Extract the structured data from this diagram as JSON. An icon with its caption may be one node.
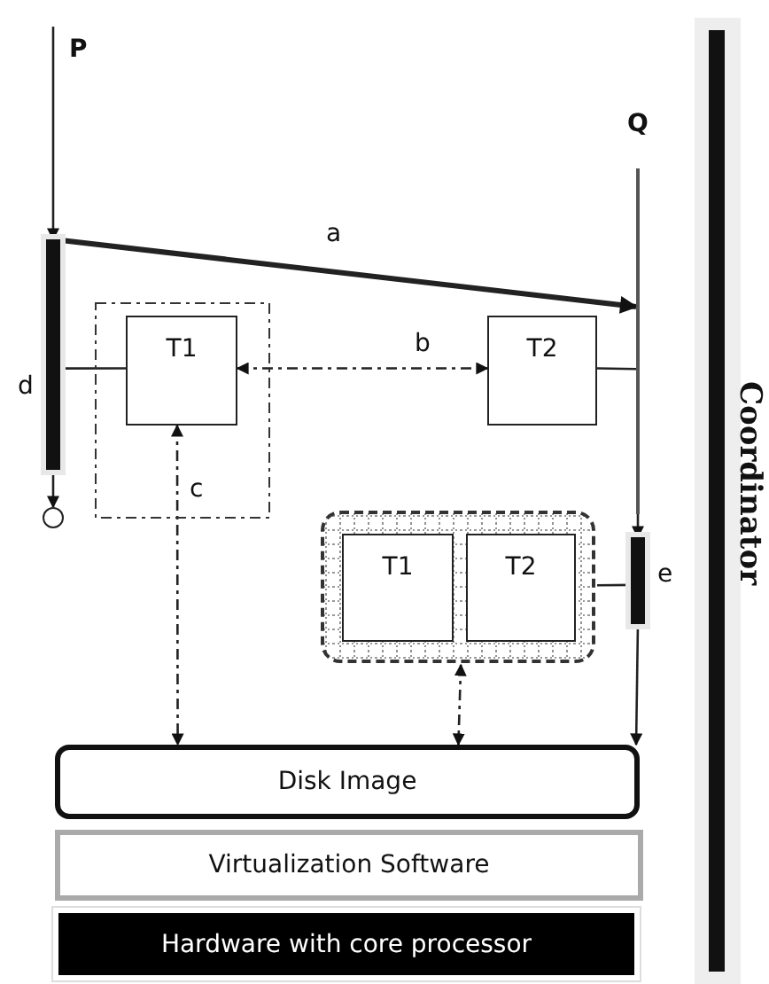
{
  "diagram": {
    "nodes": [
      {
        "text": [],
        "shape": "bar",
        "beside": [
          "d"
        ]
      },
      {
        "text": [],
        "shape": "circle"
      },
      {
        "text": [],
        "shape": "box"
      },
      {
        "text": [
          "T1"
        ],
        "in": 2
      },
      {
        "text": [
          "T2"
        ]
      },
      {
        "text": [],
        "shape": "bar",
        "beside": [
          "e"
        ]
      },
      {
        "text": [],
        "shape": "box"
      },
      {
        "text": [
          "T1"
        ],
        "in": 6
      },
      {
        "text": [
          "T2"
        ],
        "in": 6
      },
      {
        "text": [
          "Disk Image"
        ]
      },
      {
        "text": [
          "Virtualization Software"
        ]
      },
      {
        "text": [
          "Hardware with core processor"
        ]
      },
      {
        "text": [
          "Coordinator"
        ]
      },
      {
        "text": [],
        "shape": "bar",
        "beside": [
          "Q"
        ]
      }
    ],
    "edges": [
      {
        "from": null,
        "to": 0,
        "arrow": "to",
        "label": "P"
      },
      {
        "from": 0,
        "to": 13,
        "arrow": "to",
        "style": "thick",
        "label": "a"
      },
      {
        "from": 3,
        "to": 4,
        "arrow": "both",
        "style": "dashed",
        "label": "b"
      },
      {
        "from": 0,
        "to": 3,
        "arrow": "none"
      },
      {
        "from": 4,
        "to": 13,
        "arrow": "none"
      },
      {
        "from": 0,
        "to": 1,
        "arrow": "to"
      },
      {
        "from": 3,
        "to": 9,
        "arrow": "both",
        "style": "dashed",
        "label": "c"
      },
      {
        "from": 6,
        "to": 9,
        "arrow": "both",
        "style": "dashed"
      },
      {
        "from": 6,
        "to": 5,
        "arrow": "none"
      },
      {
        "from": 13,
        "to": 5,
        "arrow": "to"
      },
      {
        "from": 5,
        "to": 9,
        "arrow": "to"
      }
    ]
  }
}
